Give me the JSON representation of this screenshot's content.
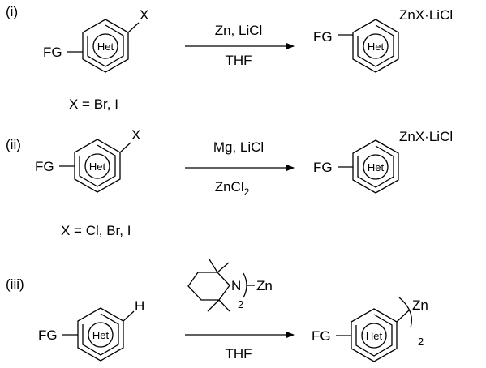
{
  "schemes": [
    {
      "label": "(i)",
      "reactant": {
        "fg": "FG",
        "het": "Het",
        "substituent": "X"
      },
      "reagent_above": "Zn, LiCl",
      "reagent_below": "THF",
      "product": {
        "fg": "FG",
        "het": "Het",
        "substituent": "ZnX·LiCl"
      },
      "condition": "X = Br, I"
    },
    {
      "label": "(ii)",
      "reactant": {
        "fg": "FG",
        "het": "Het",
        "substituent": "X"
      },
      "reagent_above": "Mg, LiCl",
      "reagent_below": "ZnCl",
      "reagent_below_sub": "2",
      "product": {
        "fg": "FG",
        "het": "Het",
        "substituent": "ZnX·LiCl"
      },
      "condition": "X = Cl, Br, I"
    },
    {
      "label": "(iii)",
      "reactant": {
        "fg": "FG",
        "het": "Het",
        "substituent": "H"
      },
      "reagent_atom": "N",
      "reagent_metal": "Zn",
      "reagent_sub": "2",
      "reagent_below": "THF",
      "product": {
        "fg": "FG",
        "het": "Het",
        "metal": "Zn",
        "sub": "2"
      }
    }
  ]
}
